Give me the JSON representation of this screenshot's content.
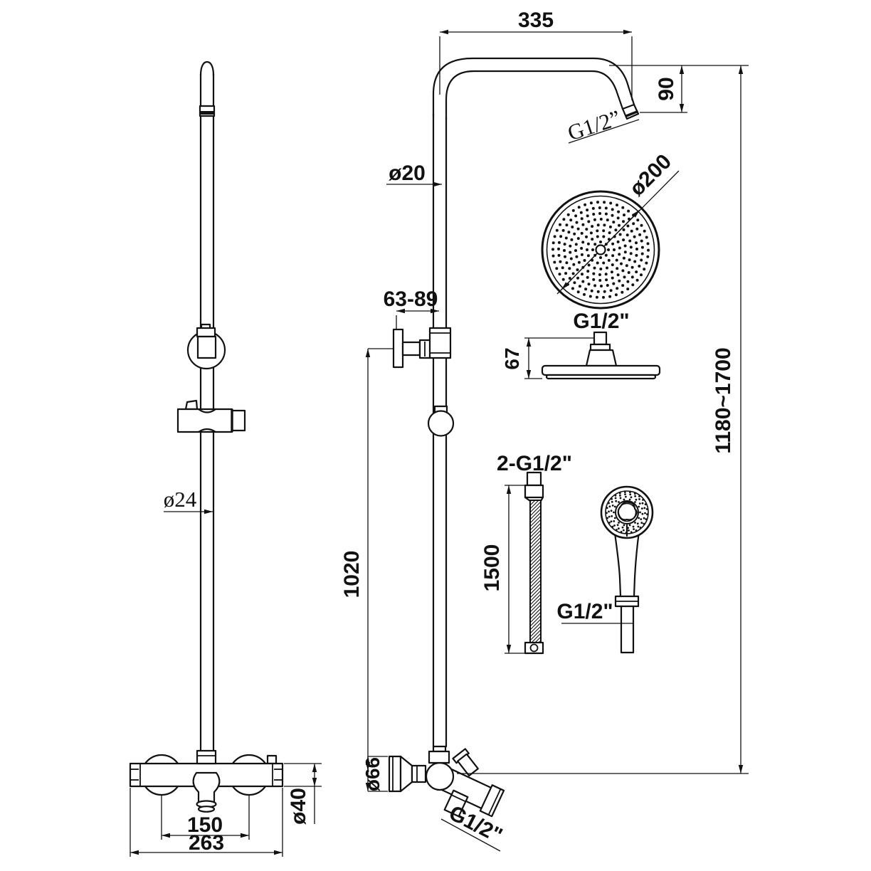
{
  "colors": {
    "line": "#111111",
    "background": "#ffffff"
  },
  "labels": {
    "arm_length": "335",
    "arm_drop": "90",
    "arm_thread": "G1/2”",
    "riser_diameter": "ø20",
    "head_diameter": "ø200",
    "head_thread": "G1/2\"",
    "head_height": "67",
    "bracket_depth_range": "63-89",
    "overall_height_range": "1180~1700",
    "hose_threads": "2-G1/2\"",
    "hose_length": "1500",
    "handshower_thread": "G1/2\"",
    "lower_riser_height": "1020",
    "slidebar_diameter": "ø24",
    "handle_diameter": "ø66",
    "outlet_thread": "G1/2\"",
    "inlet_spacing": "150",
    "valve_width": "263",
    "valve_body_diameter": "ø40"
  }
}
